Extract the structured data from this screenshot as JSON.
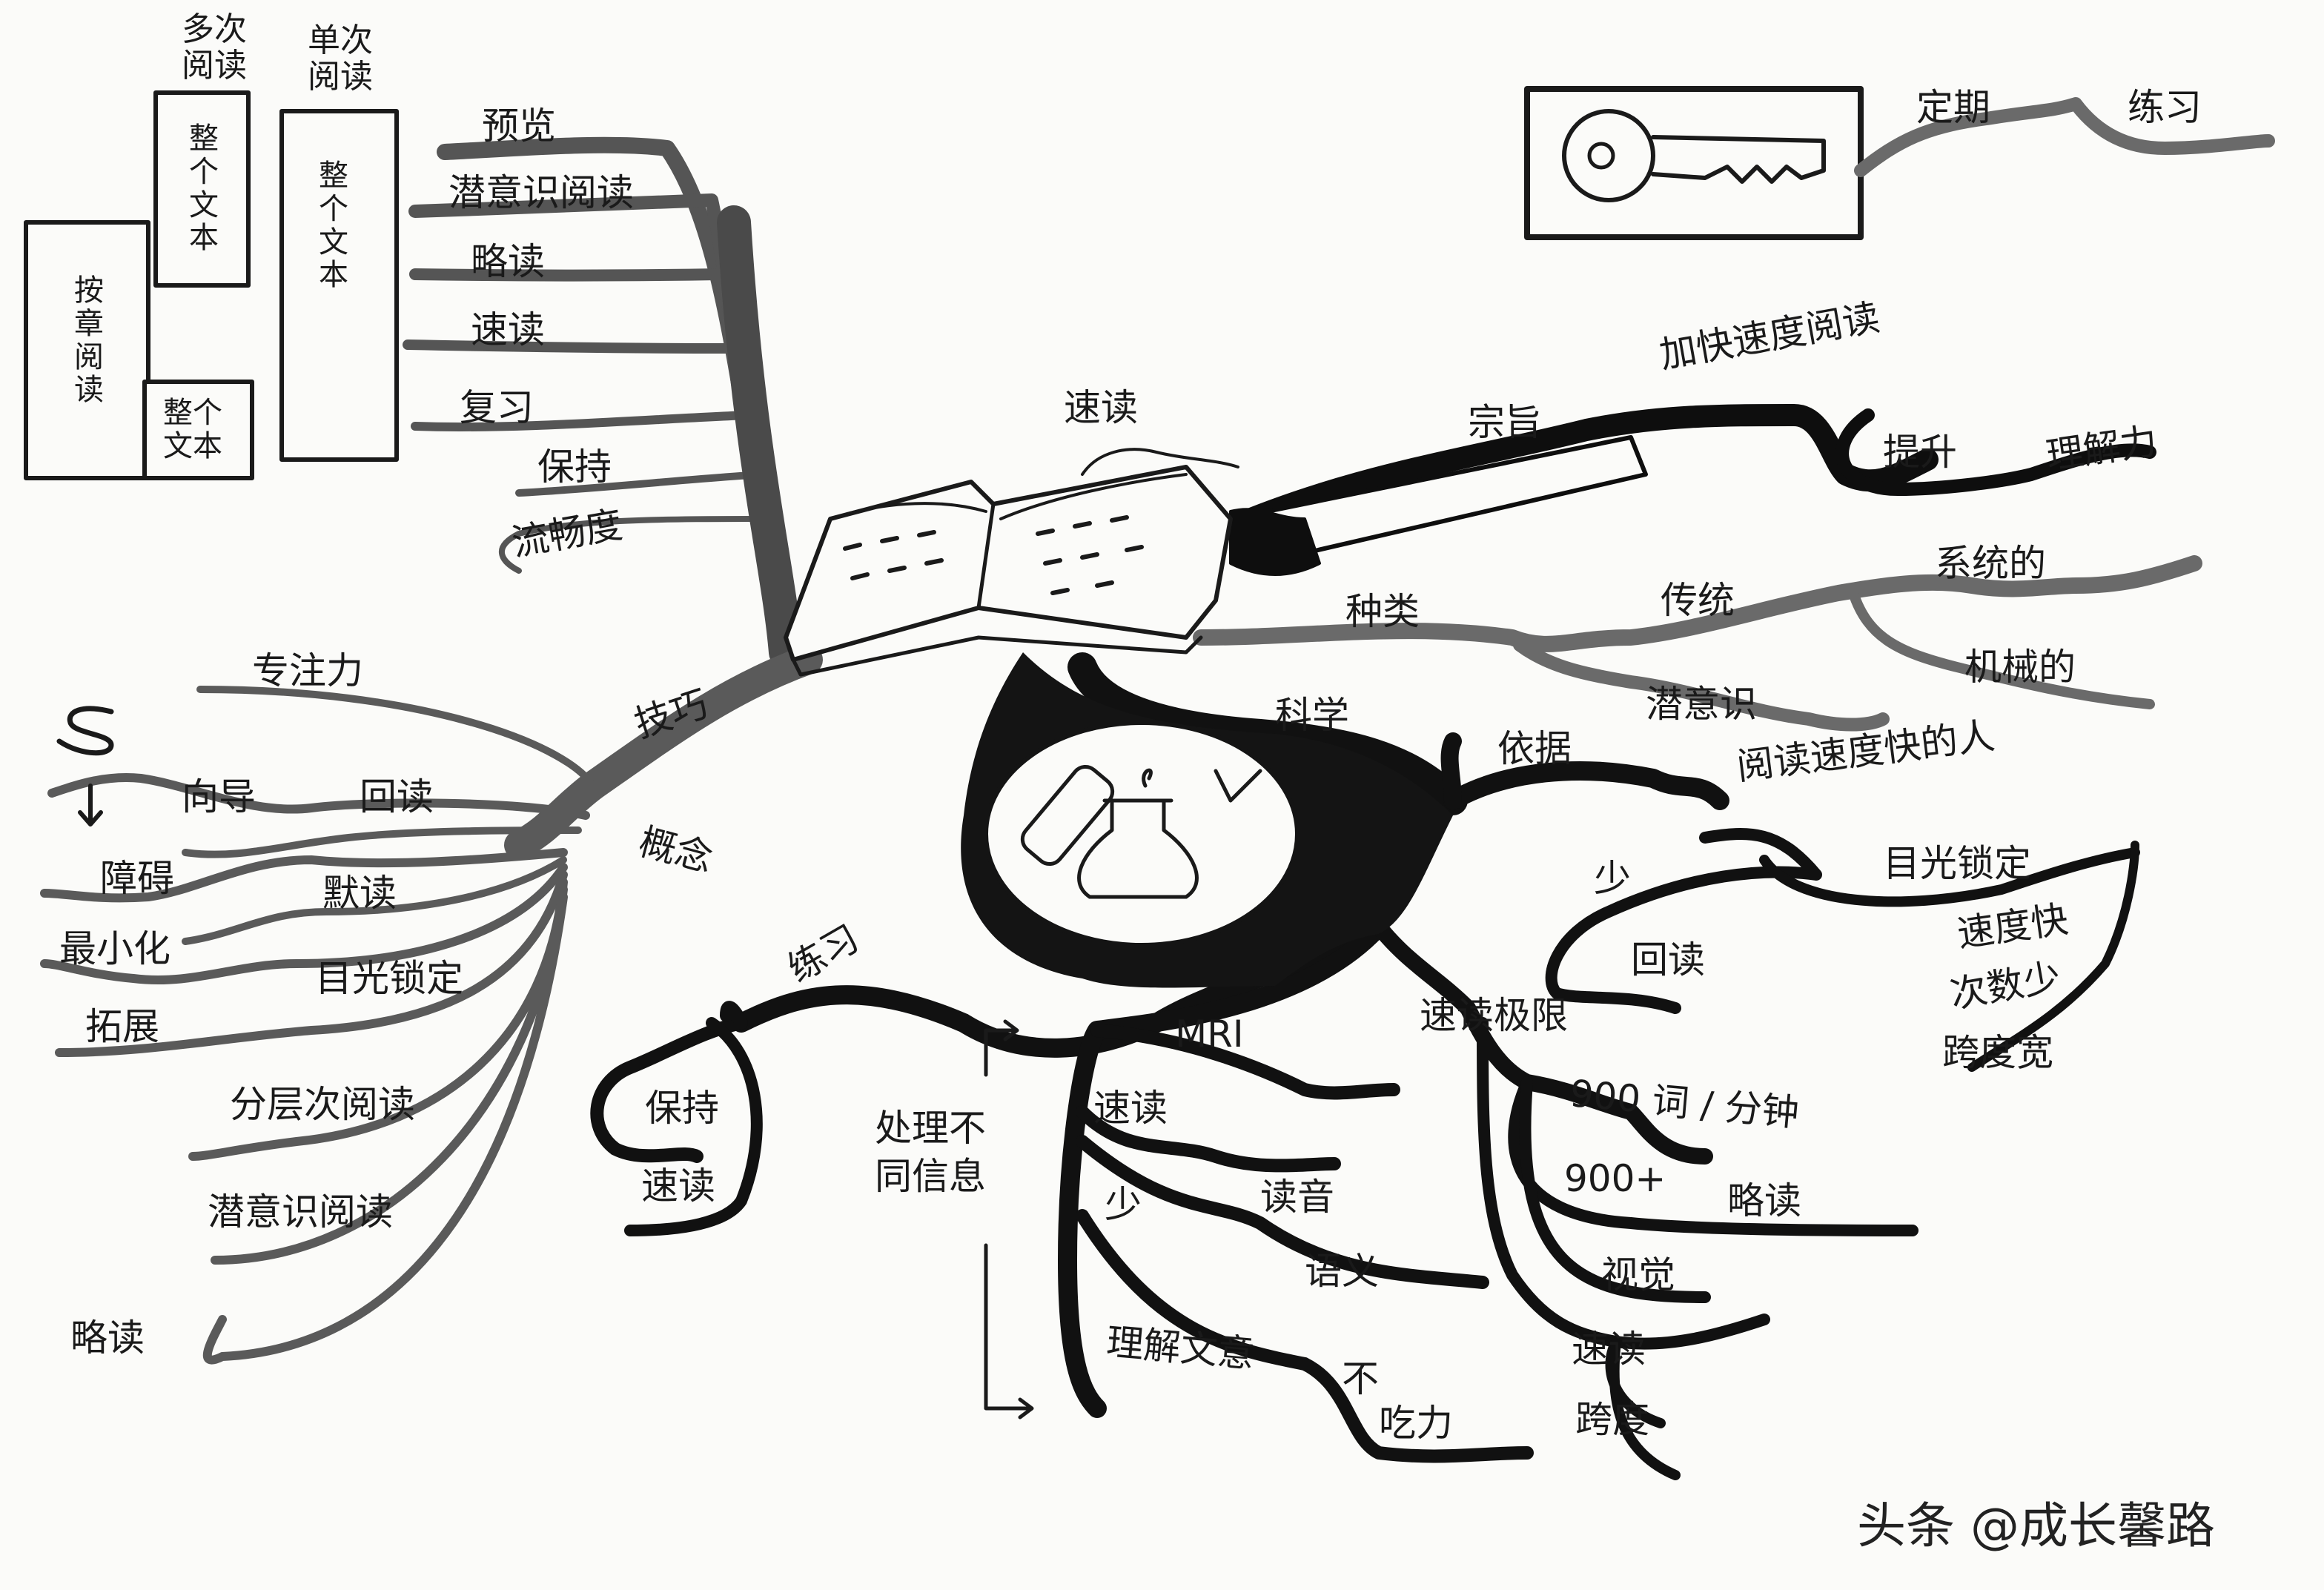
{
  "center": {
    "title": "速读"
  },
  "goal": {
    "label": "宗旨",
    "main": "加快速度阅读",
    "sub1": "提升",
    "sub2": "理解力"
  },
  "key": {
    "sub1": "定期",
    "sub2": "练习"
  },
  "kinds": {
    "label": "种类",
    "traditional": "传统",
    "systematic": "系统的",
    "mechanical": "机械的",
    "subconscious": "潜意识"
  },
  "science": {
    "label": "科学",
    "basis": {
      "label": "依据",
      "fast_readers": "阅读速度快的人",
      "few": "少",
      "regression": "回读",
      "fixation": "目光锁定",
      "fast": "速度快",
      "fewer_times": "次数少",
      "span_wide": "跨度宽"
    },
    "limit": {
      "label": "速读极限",
      "wpm900": "900 词 / 分钟",
      "over900": "900+",
      "skim": "略读",
      "vision": "视觉",
      "speed_read": "速读",
      "span": "跨度"
    },
    "mri": {
      "label": "MRI",
      "speed_read": "速读",
      "few": "少",
      "subvocal": "读音",
      "semantics": "语义",
      "comprehension": "理解文意",
      "no": "不",
      "effort": "吃力"
    },
    "process": "处理不\n同信息"
  },
  "practice": {
    "label": "练习",
    "retain": "保持",
    "speed_read": "速读"
  },
  "top": {
    "items": [
      "预览",
      "潜意识阅读",
      "略读",
      "速读",
      "复习",
      "保持",
      "流畅度"
    ]
  },
  "books": {
    "multi": "多次\n阅读",
    "single": "单次\n阅读",
    "whole": "整\n个\n文\n本",
    "by_chapter": "按\n章\n阅\n读",
    "whole_small": "整个\n文本"
  },
  "skills": {
    "label": "技巧",
    "concept": "概念",
    "focus": "专注力",
    "guide": "向导",
    "regress": "回读",
    "obstacle": "障碍",
    "silent": "默读",
    "minimize": "最小化",
    "fixation": "目光锁定",
    "expand": "拓展",
    "layered": "分层次阅读",
    "subconscious": "潜意识阅读",
    "skim": "略读"
  },
  "watermark": "头条 @成长馨路"
}
